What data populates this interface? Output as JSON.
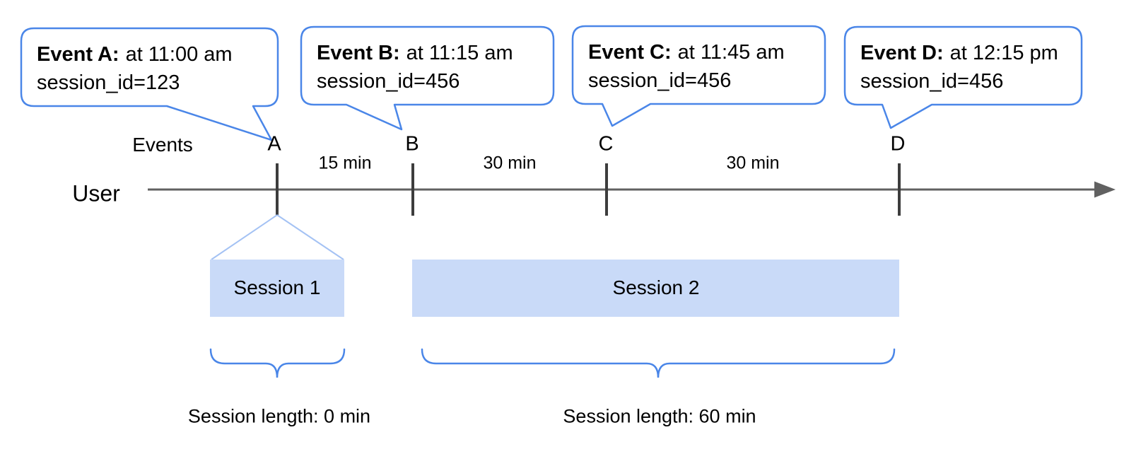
{
  "diagram": {
    "axis": {
      "events_label": "Events",
      "user_label": "User"
    },
    "bubbles": [
      {
        "marker": "A",
        "title": "Event A:",
        "time": "at 11:00 am",
        "session": "session_id=123"
      },
      {
        "marker": "B",
        "title": "Event B:",
        "time": "at 11:15 am",
        "session": "session_id=456"
      },
      {
        "marker": "C",
        "title": "Event C:",
        "time": "at 11:45 am",
        "session": "session_id=456"
      },
      {
        "marker": "D",
        "title": "Event D:",
        "time": "at 12:15 pm",
        "session": "session_id=456"
      }
    ],
    "markers": [
      "A",
      "B",
      "C",
      "D"
    ],
    "intervals": [
      {
        "label": "15 min"
      },
      {
        "label": "30 min"
      },
      {
        "label": "30 min"
      }
    ],
    "sessions": [
      {
        "label": "Session 1",
        "length": "Session length: 0 min"
      },
      {
        "label": "Session 2",
        "length": "Session length: 60 min"
      }
    ],
    "colors": {
      "accent_blue": "#4a86e8",
      "session_fill": "#c9daf8",
      "funnel_line": "#a4c2f4",
      "timeline_gray": "#616161",
      "tick_gray": "#3d3d3d"
    }
  }
}
